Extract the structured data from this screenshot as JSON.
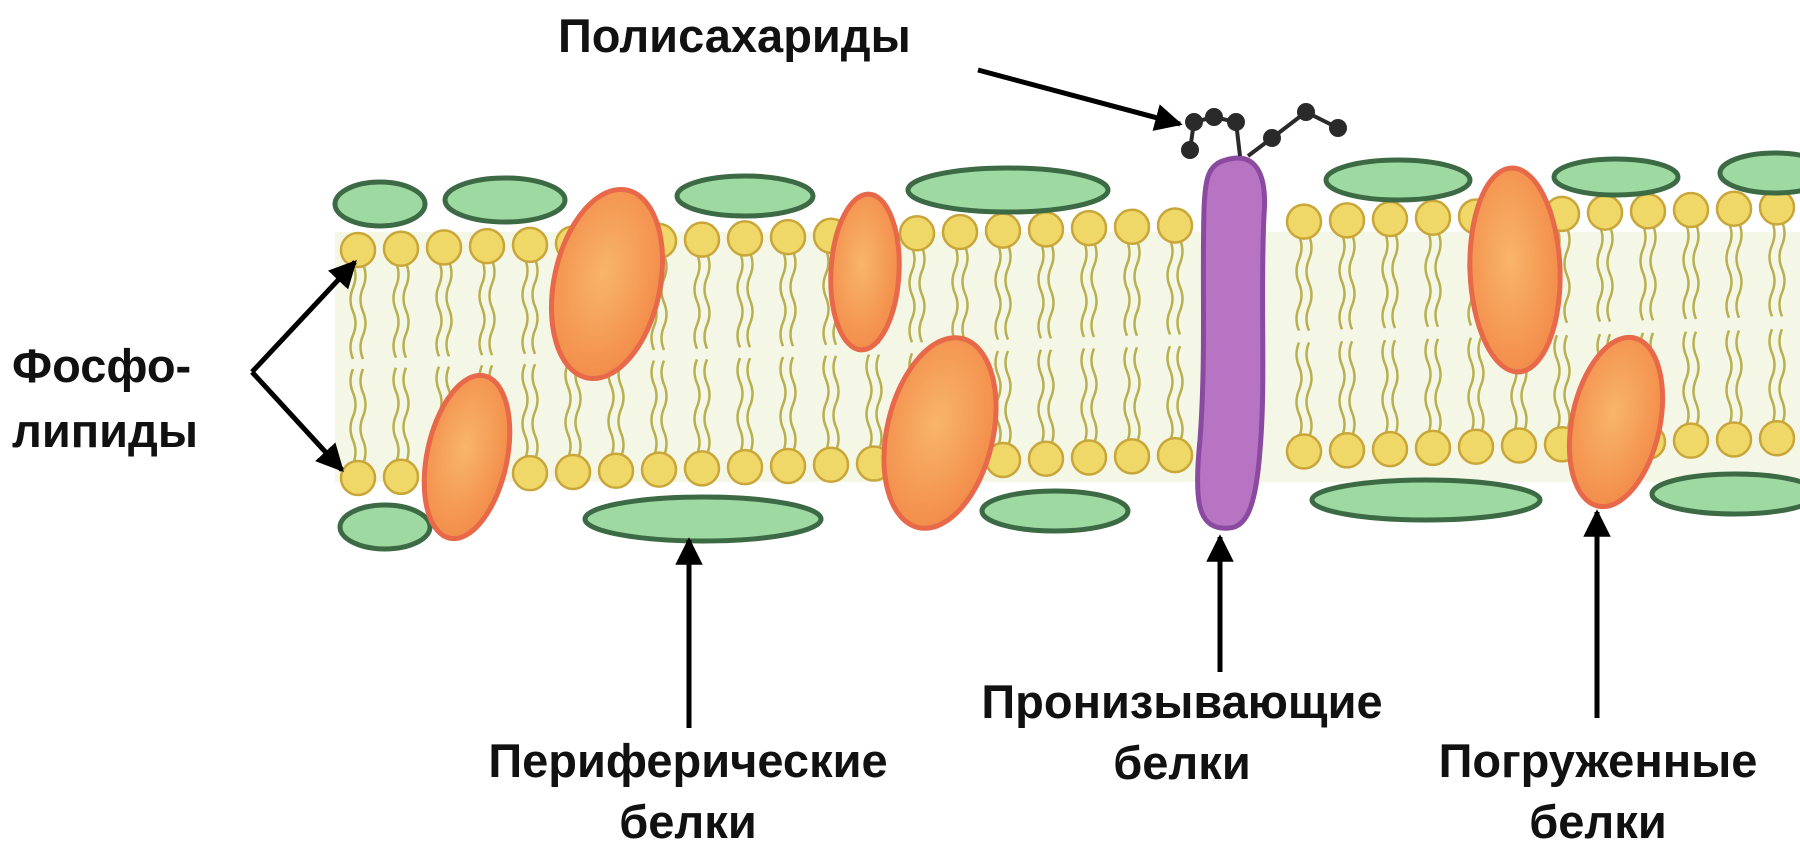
{
  "labels": {
    "polysaccharides": "Полисахариды",
    "phospholipids_line1": "Фосфо-",
    "phospholipids_line2": "липиды",
    "peripheral_line1": "Периферические",
    "peripheral_line2": "белки",
    "transmembrane_line1": "Пронизывающие",
    "transmembrane_line2": "белки",
    "embedded_line1": "Погруженные",
    "embedded_line2": "белки"
  },
  "colors": {
    "background": "#ffffff",
    "membrane_fill": "#f4f6e6",
    "lipid_head": "#f0d868",
    "lipid_head_stroke": "#c9a63a",
    "lipid_tail": "#b8b050",
    "peripheral_protein": "#9fd9a2",
    "peripheral_protein_stroke": "#3c6a44",
    "embedded_protein": "#f5a155",
    "embedded_protein_stroke": "#e8694a",
    "transmembrane_protein": "#b774c2",
    "transmembrane_protein_stroke": "#8a4aa0",
    "polysaccharide": "#2a2a2a",
    "arrow": "#000000"
  },
  "icons": {
    "phospholipid": "phospholipid-icon",
    "arrow": "arrow-icon"
  }
}
